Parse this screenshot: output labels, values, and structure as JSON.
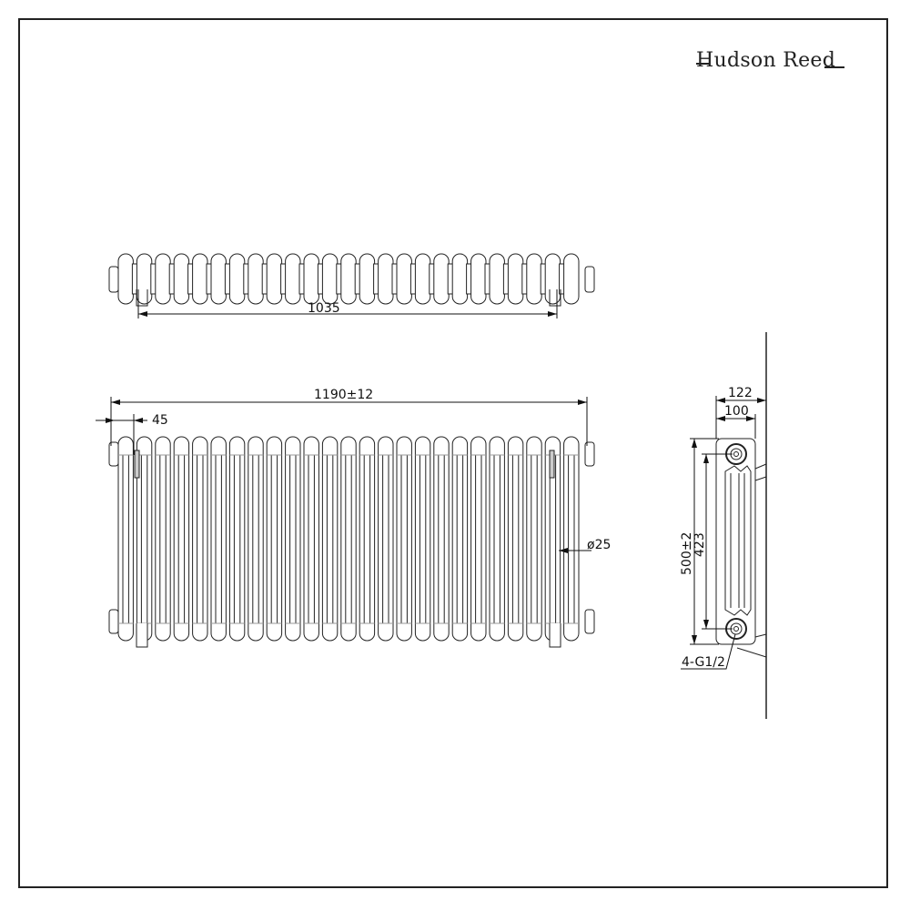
{
  "brand": {
    "logo_text": "Hudson Reed"
  },
  "dimensions": {
    "top_view_width": "1035",
    "overall_width": "1190±12",
    "end_offset": "45",
    "tube_diameter": "ø25",
    "depth_overall": "122",
    "depth_body": "100",
    "height_overall": "500±2",
    "pipe_centres": "423",
    "connections": "4-G1/2"
  }
}
